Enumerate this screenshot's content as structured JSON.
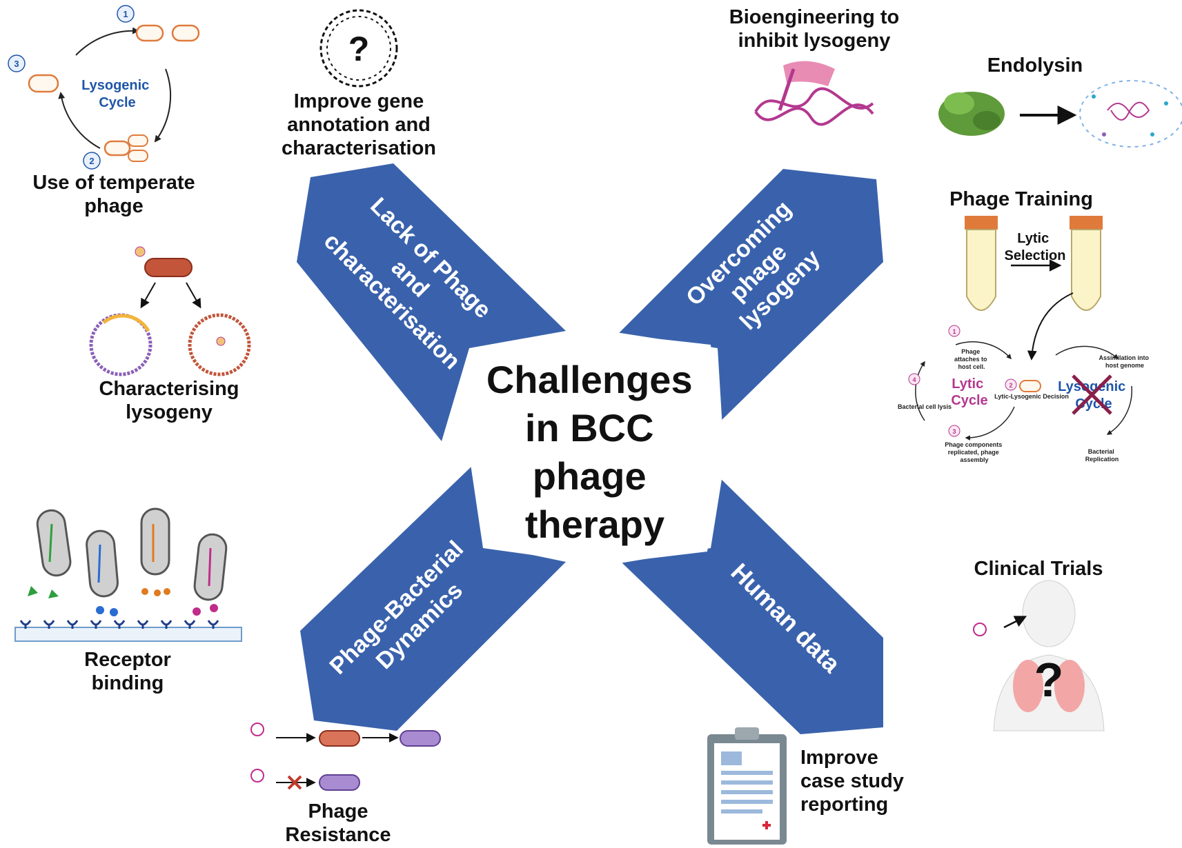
{
  "center_title": [
    "Challenges",
    "in BCC",
    "phage",
    "therapy"
  ],
  "arms": {
    "top_left": [
      "Lack of Phage",
      "and",
      "characterisation"
    ],
    "top_right": [
      "Overcoming",
      "phage",
      "lysogeny"
    ],
    "bottom_left": [
      "Phage-Bacterial",
      "Dynamics"
    ],
    "bottom_right": [
      "Human data"
    ]
  },
  "labels": {
    "temperate": [
      "Use of temperate",
      "phage"
    ],
    "annotation": [
      "Improve gene",
      "annotation and",
      "characterisation"
    ],
    "bioengineering": [
      "Bioengineering to",
      "inhibit lysogeny"
    ],
    "endolysin": "Endolysin",
    "characterising": [
      "Characterising",
      "lysogeny"
    ],
    "phage_training": "Phage Training",
    "receptor": [
      "Receptor",
      "binding"
    ],
    "clinical": "Clinical Trials",
    "resistance": [
      "Phage",
      "Resistance"
    ],
    "case_study": [
      "Improve",
      "case study",
      "reporting"
    ]
  },
  "lysogenic_cycle": {
    "title": [
      "Lysogenic",
      "Cycle"
    ],
    "steps": [
      "1",
      "2",
      "3"
    ]
  },
  "phage_training_detail": {
    "selection": [
      "Lytic",
      "Selection"
    ],
    "lytic_title": [
      "Lytic",
      "Cycle"
    ],
    "lysogenic_title": [
      "Lysogenic",
      "Cycle"
    ],
    "decision": "Lytic-Lysogenic Decision",
    "attach": [
      "Phage",
      "attaches to",
      "host cell."
    ],
    "lysis": "Bacterial cell lysis",
    "replicate": [
      "Phage components",
      "replicated, phage",
      "assembly"
    ],
    "assimilation": [
      "Assimilation into",
      "host genome"
    ],
    "replication": [
      "Bacterial",
      "Replication"
    ],
    "steps": [
      "1",
      "2",
      "3",
      "4"
    ]
  },
  "clinical_mark": "?",
  "dna_mark": "?",
  "colors": {
    "arm": "#3A62AC",
    "lytic": "#B3388F",
    "lysogenic": "#1F56A8",
    "bacteria_orange": "#E07A3B",
    "bacteria_purple": "#8A5FB8"
  }
}
